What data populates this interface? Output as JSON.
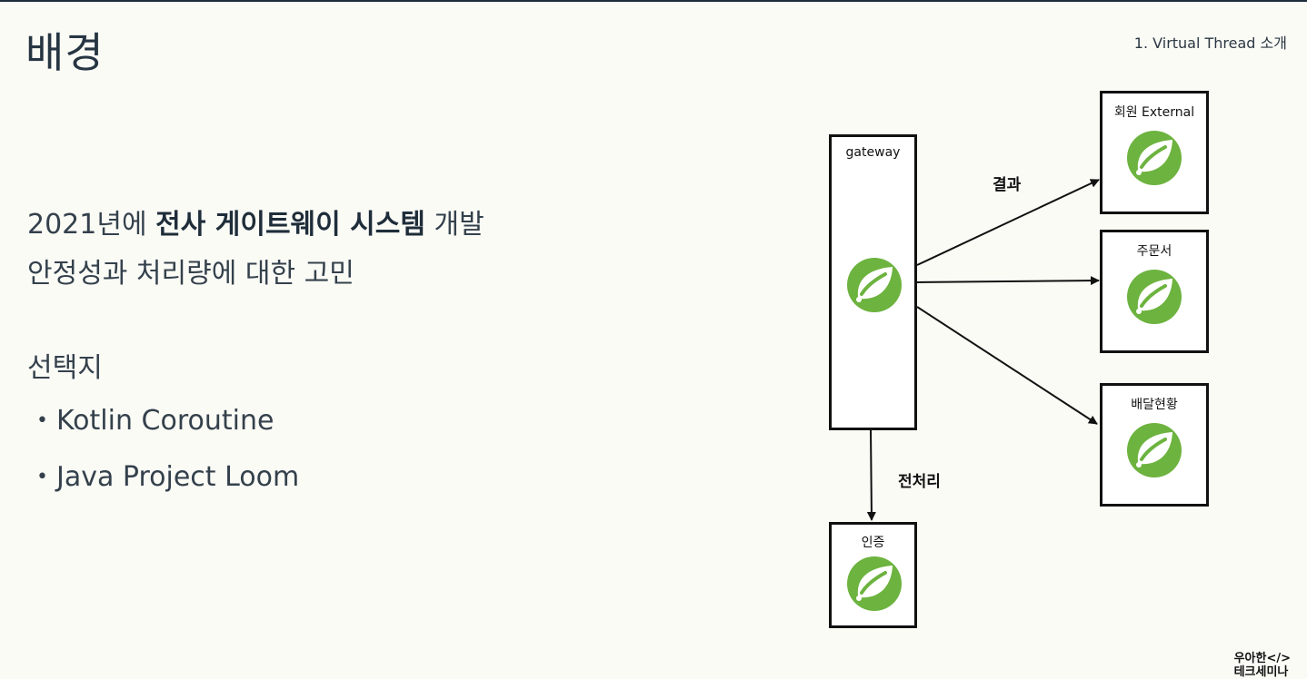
{
  "slide": {
    "title": "배경",
    "section": "1. Virtual Thread 소개"
  },
  "body": {
    "line1_prefix": "2021년에 ",
    "line1_bold": "전사 게이트웨이 시스템",
    "line1_suffix": " 개발",
    "line2": "안정성과 처리량에 대한 고민",
    "options_heading": "선택지",
    "options": [
      "Kotlin Coroutine",
      "Java Project Loom"
    ],
    "bullet_glyph": "•"
  },
  "diagram": {
    "nodes": {
      "gateway": "gateway",
      "member": "회원 External",
      "order": "주문서",
      "delivery": "배달현황",
      "auth": "인증"
    },
    "edge_labels": {
      "result": "결과",
      "preprocess": "전처리"
    },
    "icon": "spring-leaf-icon",
    "leaf_color": "#6db33f"
  },
  "brand": {
    "line1": "우아한</>",
    "line2": "테크세미나"
  }
}
